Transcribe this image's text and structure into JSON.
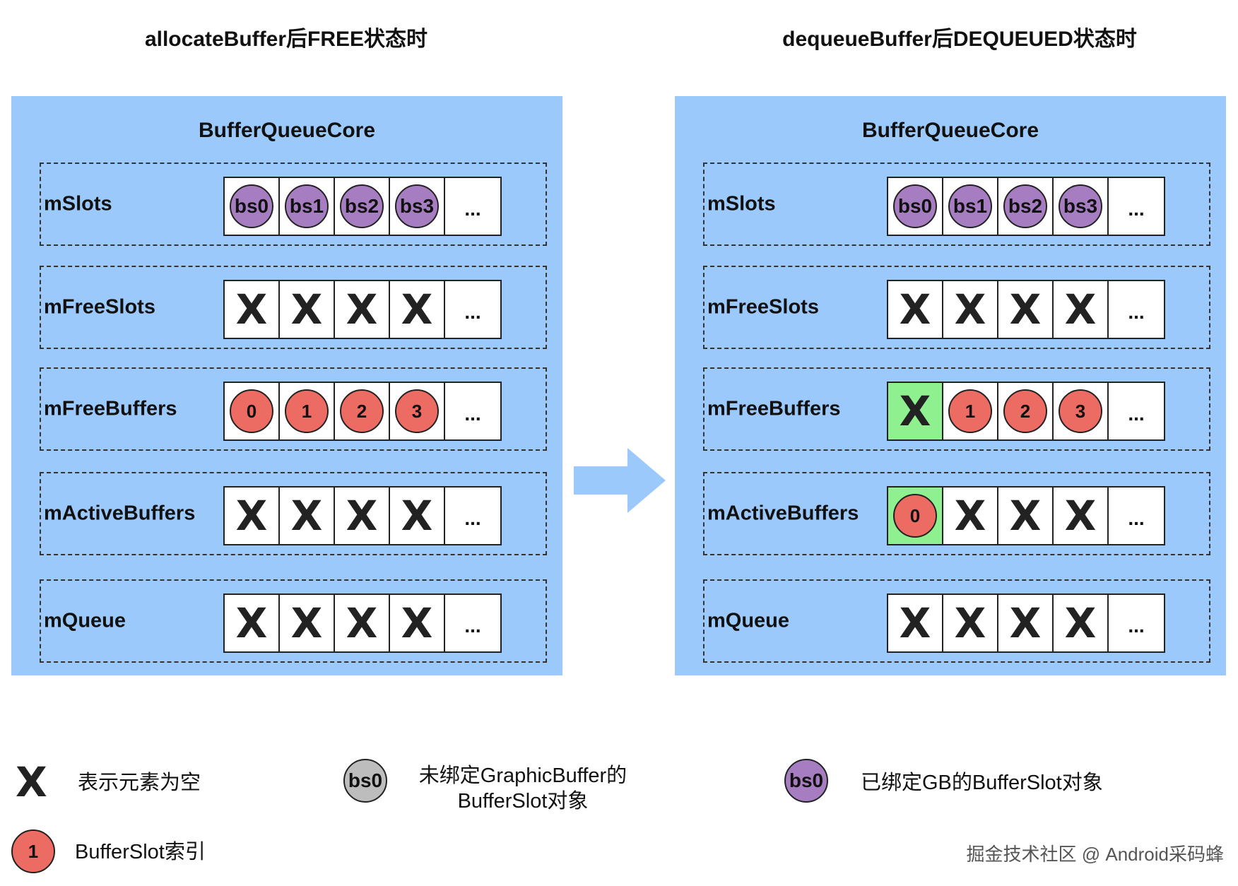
{
  "titles": {
    "left": "allocateBuffer后FREE状态时",
    "right": "dequeueBuffer后DEQUEUED状态时"
  },
  "panels": [
    {
      "core_title": "BufferQueueCore",
      "rows": [
        {
          "label": "mSlots",
          "cells": [
            {
              "type": "circle",
              "color": "purple",
              "text": "bs0"
            },
            {
              "type": "circle",
              "color": "purple",
              "text": "bs1"
            },
            {
              "type": "circle",
              "color": "purple",
              "text": "bs2"
            },
            {
              "type": "circle",
              "color": "purple",
              "text": "bs3"
            },
            {
              "type": "dots",
              "text": "..."
            }
          ]
        },
        {
          "label": "mFreeSlots",
          "cells": [
            {
              "type": "cross",
              "text": "X"
            },
            {
              "type": "cross",
              "text": "X"
            },
            {
              "type": "cross",
              "text": "X"
            },
            {
              "type": "cross",
              "text": "X"
            },
            {
              "type": "dots",
              "text": "..."
            }
          ]
        },
        {
          "label": "mFreeBuffers",
          "cells": [
            {
              "type": "circle",
              "color": "red",
              "text": "0"
            },
            {
              "type": "circle",
              "color": "red",
              "text": "1"
            },
            {
              "type": "circle",
              "color": "red",
              "text": "2"
            },
            {
              "type": "circle",
              "color": "red",
              "text": "3"
            },
            {
              "type": "dots",
              "text": "..."
            }
          ]
        },
        {
          "label": "mActiveBuffers",
          "cells": [
            {
              "type": "cross",
              "text": "X"
            },
            {
              "type": "cross",
              "text": "X"
            },
            {
              "type": "cross",
              "text": "X"
            },
            {
              "type": "cross",
              "text": "X"
            },
            {
              "type": "dots",
              "text": "..."
            }
          ]
        },
        {
          "label": "mQueue",
          "cells": [
            {
              "type": "cross",
              "text": "X"
            },
            {
              "type": "cross",
              "text": "X"
            },
            {
              "type": "cross",
              "text": "X"
            },
            {
              "type": "cross",
              "text": "X"
            },
            {
              "type": "dots",
              "text": "..."
            }
          ]
        }
      ]
    },
    {
      "core_title": "BufferQueueCore",
      "rows": [
        {
          "label": "mSlots",
          "cells": [
            {
              "type": "circle",
              "color": "purple",
              "text": "bs0"
            },
            {
              "type": "circle",
              "color": "purple",
              "text": "bs1"
            },
            {
              "type": "circle",
              "color": "purple",
              "text": "bs2"
            },
            {
              "type": "circle",
              "color": "purple",
              "text": "bs3"
            },
            {
              "type": "dots",
              "text": "..."
            }
          ]
        },
        {
          "label": "mFreeSlots",
          "cells": [
            {
              "type": "cross",
              "text": "X"
            },
            {
              "type": "cross",
              "text": "X"
            },
            {
              "type": "cross",
              "text": "X"
            },
            {
              "type": "cross",
              "text": "X"
            },
            {
              "type": "dots",
              "text": "..."
            }
          ]
        },
        {
          "label": "mFreeBuffers",
          "cells": [
            {
              "type": "cross",
              "text": "X",
              "highlight": "green"
            },
            {
              "type": "circle",
              "color": "red",
              "text": "1"
            },
            {
              "type": "circle",
              "color": "red",
              "text": "2"
            },
            {
              "type": "circle",
              "color": "red",
              "text": "3"
            },
            {
              "type": "dots",
              "text": "..."
            }
          ]
        },
        {
          "label": "mActiveBuffers",
          "cells": [
            {
              "type": "circle",
              "color": "red",
              "text": "0",
              "highlight": "green"
            },
            {
              "type": "cross",
              "text": "X"
            },
            {
              "type": "cross",
              "text": "X"
            },
            {
              "type": "cross",
              "text": "X"
            },
            {
              "type": "dots",
              "text": "..."
            }
          ]
        },
        {
          "label": "mQueue",
          "cells": [
            {
              "type": "cross",
              "text": "X"
            },
            {
              "type": "cross",
              "text": "X"
            },
            {
              "type": "cross",
              "text": "X"
            },
            {
              "type": "cross",
              "text": "X"
            },
            {
              "type": "dots",
              "text": "..."
            }
          ]
        }
      ]
    }
  ],
  "legend": {
    "cross_symbol": "X",
    "cross_text": "表示元素为空",
    "gray_symbol": "bs0",
    "gray_text_line1": "未绑定GraphicBuffer的",
    "gray_text_line2": "BufferSlot对象",
    "purple_symbol": "bs0",
    "purple_text": "已绑定GB的BufferSlot对象",
    "red_symbol": "1",
    "red_text": "BufferSlot索引"
  },
  "watermark": "掘金技术社区 @ Android采码蜂",
  "colors": {
    "panel_bg": "#9cc9fb",
    "purple": "#a77dc1",
    "red": "#ec6b63",
    "green": "#8ef08e",
    "gray": "#bdbdbd",
    "arrow": "#9cc9fb"
  }
}
